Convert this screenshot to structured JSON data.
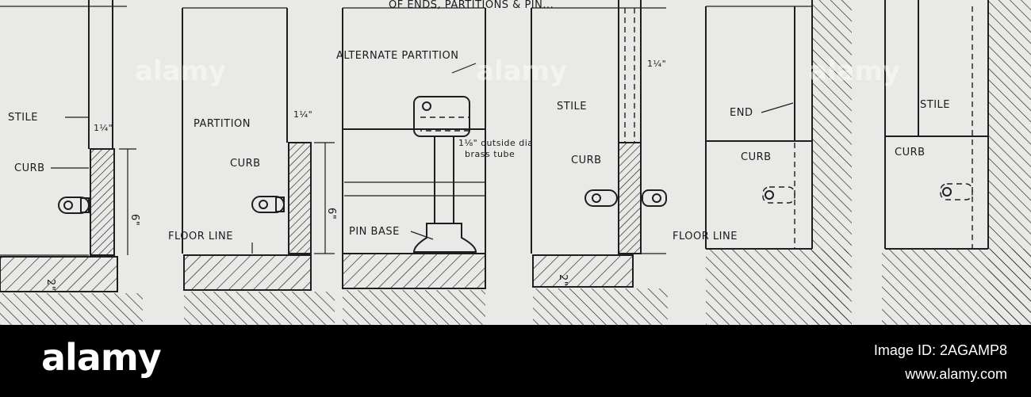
{
  "drawing": {
    "top_caption": "OF ENDS, PARTITIONS & PIN...",
    "labels": {
      "stile": "STILE",
      "curb": "CURB",
      "partition": "PARTITION",
      "floor_line": "FLOOR LINE",
      "alternate_partition": "ALTERNATE PARTITION",
      "tube_note_1": "1⅛\" outside dia",
      "tube_note_2": "brass tube",
      "pin_base": "PIN BASE",
      "end": "END"
    },
    "dimensions": {
      "quarter": "1¼\"",
      "six": "6\"",
      "two": "2\""
    }
  },
  "watermark": {
    "text": "alamy"
  },
  "footer": {
    "logo": "alamy",
    "image_id": "Image ID: 2AGAMP8",
    "url": "www.alamy.com"
  }
}
